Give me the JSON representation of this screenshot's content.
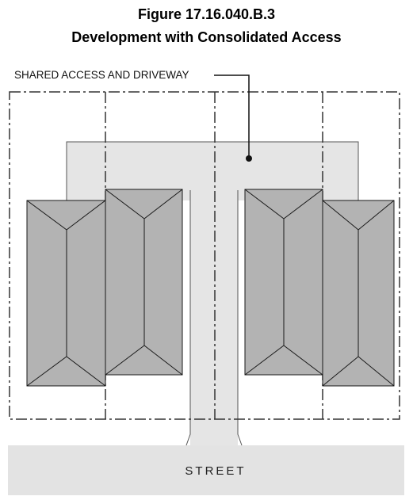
{
  "figure": {
    "number": "Figure 17.16.040.B.3",
    "caption": "Development with Consolidated Access"
  },
  "labels": {
    "shared_access": "SHARED ACCESS AND DRIVEWAY",
    "street": "STREET"
  },
  "colors": {
    "roof": "#b3b3b3",
    "driveway": "#e5e5e5",
    "street": "#e3e3e3",
    "line": "#1a1a1a"
  }
}
